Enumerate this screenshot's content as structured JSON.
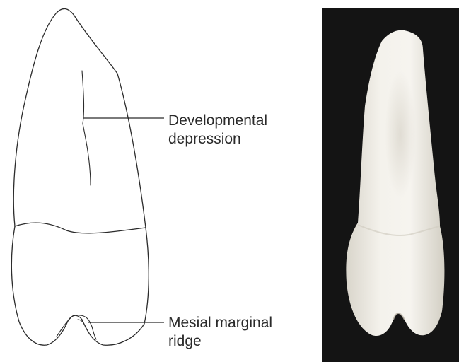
{
  "labels": {
    "developmental_line1": "Developmental",
    "developmental_line2": "depression",
    "mesial_marginal_line1": "Mesial marginal",
    "mesial_marginal_line2": "ridge"
  },
  "colors": {
    "drawing_stroke": "#2b2b2b",
    "photo_background": "#141414",
    "tooth_photo": "#f1eee6"
  }
}
